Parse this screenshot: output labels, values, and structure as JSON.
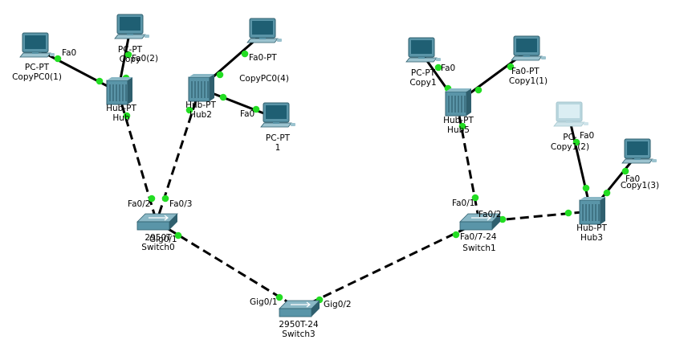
{
  "colors": {
    "background": "#ffffff",
    "link": "#000000",
    "port_up": "#22dd22",
    "device_body": "#5a95a8",
    "device_dark": "#2f5f6e",
    "screen": "#1f5f73",
    "pc_faded": "#b8d6de"
  },
  "devices": [
    {
      "id": "pc_copypc0_1",
      "type": "pc",
      "icon": "pc-icon",
      "lines": [
        "PC-PT",
        "CopyPC0(1)"
      ]
    },
    {
      "id": "pc_copypc0_2",
      "type": "pc",
      "icon": "pc-icon",
      "lines": [
        "PC-PT",
        "Copy"
      ]
    },
    {
      "id": "pc_copypc0_4",
      "type": "pc",
      "icon": "pc-icon",
      "lines": [
        "",
        "CopyPC0(4)"
      ]
    },
    {
      "id": "pc_1",
      "type": "pc",
      "icon": "pc-icon",
      "lines": [
        "PC-PT",
        "1"
      ]
    },
    {
      "id": "hub_1",
      "type": "hub",
      "icon": "hub-icon",
      "lines": [
        "Hub-PT",
        "Hub"
      ]
    },
    {
      "id": "hub_2",
      "type": "hub",
      "icon": "hub-icon",
      "lines": [
        "Hub-PT",
        "Hub2"
      ]
    },
    {
      "id": "switch_0",
      "type": "switch",
      "icon": "switch-icon",
      "lines": [
        "2950T",
        "Switch0"
      ]
    },
    {
      "id": "switch_3",
      "type": "switch",
      "icon": "switch-icon",
      "lines": [
        "2950T-24",
        "Switch3"
      ]
    },
    {
      "id": "switch_1",
      "type": "switch",
      "icon": "switch-icon",
      "lines": [
        "",
        "Switch1"
      ]
    },
    {
      "id": "hub_5",
      "type": "hub",
      "icon": "hub-icon",
      "lines": [
        "Hub-PT",
        "Hub5"
      ]
    },
    {
      "id": "hub_3",
      "type": "hub",
      "icon": "hub-icon",
      "lines": [
        "Hub-PT",
        "Hub3"
      ]
    },
    {
      "id": "pc_copy1",
      "type": "pc",
      "icon": "pc-icon",
      "lines": [
        "PC-PT",
        "Copy1"
      ]
    },
    {
      "id": "pc_copy1_1",
      "type": "pc",
      "icon": "pc-icon",
      "lines": [
        "",
        "Copy1(1)"
      ]
    },
    {
      "id": "pc_copy1_2",
      "type": "pc",
      "icon": "pc-icon",
      "faded": true,
      "lines": [
        "PC-",
        "Copy1(2)"
      ]
    },
    {
      "id": "pc_copy1_3",
      "type": "pc",
      "icon": "pc-icon",
      "lines": [
        "",
        "Copy1(3)"
      ]
    }
  ],
  "links": [
    {
      "from": "hub_1",
      "to": "pc_copypc0_1",
      "style": "solid"
    },
    {
      "from": "hub_1",
      "to": "pc_copypc0_2",
      "style": "solid"
    },
    {
      "from": "hub_2",
      "to": "pc_copypc0_4",
      "style": "solid"
    },
    {
      "from": "hub_2",
      "to": "pc_1",
      "style": "solid"
    },
    {
      "from": "hub_1",
      "to": "switch_0",
      "style": "dashed"
    },
    {
      "from": "hub_2",
      "to": "switch_0",
      "style": "dashed"
    },
    {
      "from": "switch_0",
      "to": "switch_3",
      "style": "dashed"
    },
    {
      "from": "switch_3",
      "to": "switch_1",
      "style": "dashed"
    },
    {
      "from": "hub_5",
      "to": "switch_1",
      "style": "dashed"
    },
    {
      "from": "switch_1",
      "to": "hub_3",
      "style": "dashed"
    },
    {
      "from": "hub_5",
      "to": "pc_copy1",
      "style": "solid"
    },
    {
      "from": "hub_5",
      "to": "pc_copy1_1",
      "style": "solid"
    },
    {
      "from": "hub_3",
      "to": "pc_copy1_2",
      "style": "solid"
    },
    {
      "from": "hub_3",
      "to": "pc_copy1_3",
      "style": "solid"
    }
  ],
  "port_labels": [
    {
      "id": "pl1",
      "text": "Fa0"
    },
    {
      "id": "pl2",
      "text": "Fa0(2)"
    },
    {
      "id": "pl3",
      "text": "Fa0-PT"
    },
    {
      "id": "pl4",
      "text": "Fa0"
    },
    {
      "id": "pl5",
      "text": "Fa0/2"
    },
    {
      "id": "pl6",
      "text": "Fa0/3"
    },
    {
      "id": "pl7",
      "text": "Gig0/1"
    },
    {
      "id": "pl8",
      "text": "Gig0/1"
    },
    {
      "id": "pl9",
      "text": "Gig0/2"
    },
    {
      "id": "pl10",
      "text": "Fa0/1"
    },
    {
      "id": "pl11",
      "text": "Fa0/2"
    },
    {
      "id": "pl12",
      "text": "Fa0/7-24"
    },
    {
      "id": "pl13",
      "text": "Fa0"
    },
    {
      "id": "pl14",
      "text": "Fa0-PT"
    },
    {
      "id": "pl15",
      "text": "Fa0"
    },
    {
      "id": "pl16",
      "text": "Fa0"
    }
  ]
}
